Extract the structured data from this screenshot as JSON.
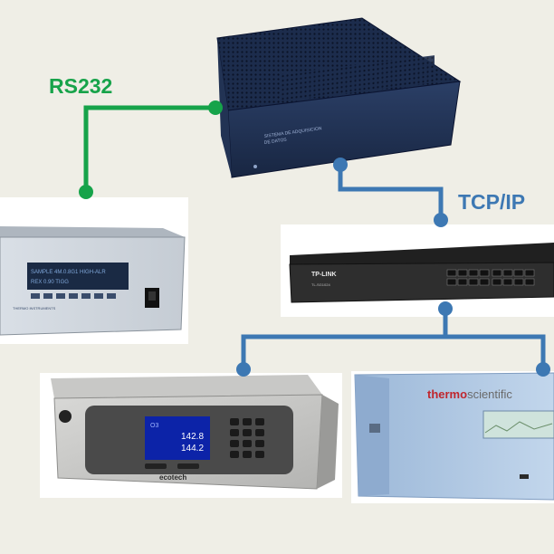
{
  "labels": {
    "rs232": "RS232",
    "tcpip": "TCP/IP"
  },
  "devices": {
    "datalogger": {
      "text_line1": "SISTEMA DE ADQUISICION",
      "text_line2": "DE DATOS"
    },
    "so2_analyzer": {
      "brand": "THERMO INSTRUMENTS",
      "display_line1": "SAMPLE   4M.0.8G1 HIGH-ALR",
      "display_line2": "REX 0.90   TIGG"
    },
    "switch": {
      "brand": "TP-LINK",
      "model": "TL-SG1024"
    },
    "ecotech": {
      "screen_title": "O3",
      "value1": "142.8",
      "value2": "144.2",
      "brand": "ecotech"
    },
    "thermo": {
      "brand_part1": "thermo",
      "brand_part2": "scientific"
    }
  },
  "colors": {
    "rs232_line": "#16a34a",
    "tcp_line": "#3d78b3",
    "background": "#efeee6"
  }
}
